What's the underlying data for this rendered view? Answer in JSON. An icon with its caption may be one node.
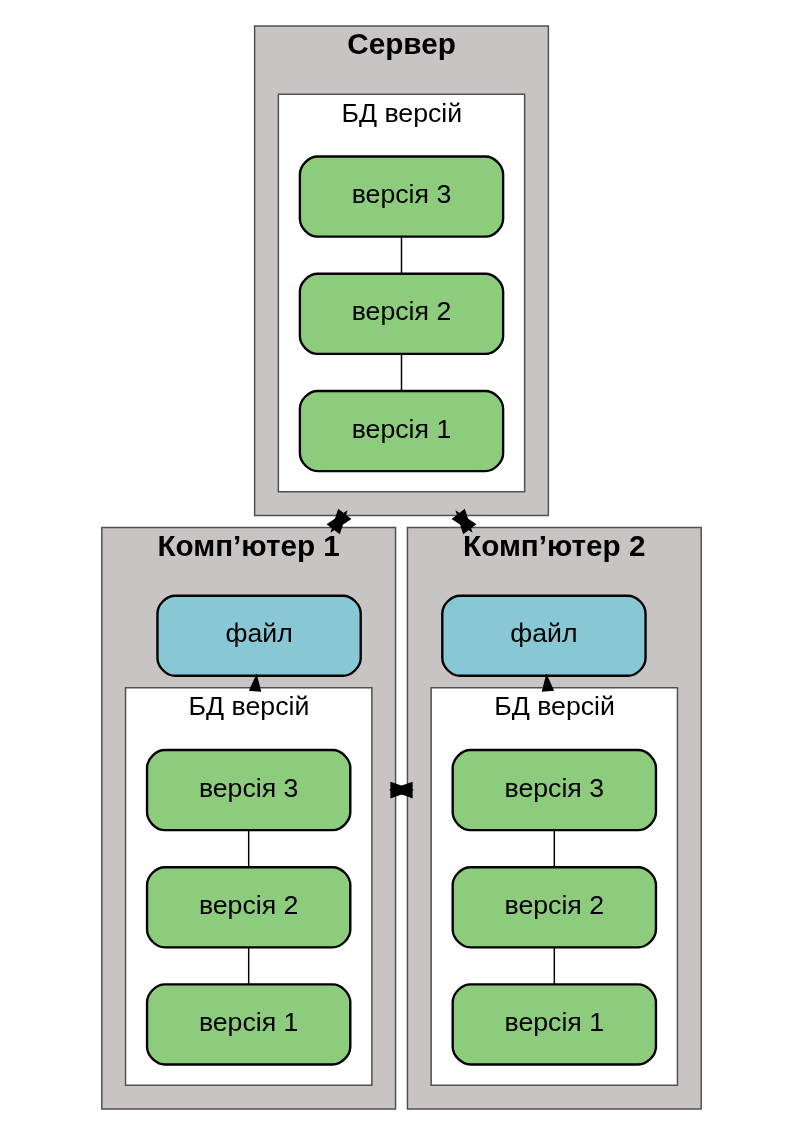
{
  "diagram": {
    "nodes": [
      {
        "text": [
          "Сервер"
        ]
      },
      {
        "text": [
          "БД версій"
        ],
        "in": 0
      },
      {
        "text": [
          "версія 3"
        ],
        "in": 1
      },
      {
        "text": [
          "версія 2"
        ],
        "in": 1
      },
      {
        "text": [
          "версія 1"
        ],
        "in": 1
      },
      {
        "text": [
          "Комп’ютер 1"
        ]
      },
      {
        "text": [
          "файл"
        ],
        "in": 5
      },
      {
        "text": [
          "БД версій"
        ],
        "in": 5
      },
      {
        "text": [
          "версія 3"
        ],
        "in": 7
      },
      {
        "text": [
          "версія 2"
        ],
        "in": 7
      },
      {
        "text": [
          "версія 1"
        ],
        "in": 7
      },
      {
        "text": [
          "Комп’ютер 2"
        ]
      },
      {
        "text": [
          "файл"
        ],
        "in": 11
      },
      {
        "text": [
          "БД версій"
        ],
        "in": 11
      },
      {
        "text": [
          "версія 3"
        ],
        "in": 13
      },
      {
        "text": [
          "версія 2"
        ],
        "in": 13
      },
      {
        "text": [
          "версія 1"
        ],
        "in": 13
      }
    ],
    "edges": [
      {
        "from": 2,
        "to": 3,
        "arrow": "none"
      },
      {
        "from": 3,
        "to": 4,
        "arrow": "none"
      },
      {
        "from": 0,
        "to": 5,
        "arrow": "both",
        "style": "thick"
      },
      {
        "from": 0,
        "to": 11,
        "arrow": "both",
        "style": "thick"
      },
      {
        "from": 7,
        "to": 6,
        "arrow": "to"
      },
      {
        "from": 8,
        "to": 9,
        "arrow": "none"
      },
      {
        "from": 9,
        "to": 10,
        "arrow": "none"
      },
      {
        "from": 5,
        "to": 11,
        "arrow": "both",
        "style": "thick"
      },
      {
        "from": 13,
        "to": 12,
        "arrow": "to"
      },
      {
        "from": 14,
        "to": 15,
        "arrow": "none"
      },
      {
        "from": 15,
        "to": 16,
        "arrow": "none"
      }
    ]
  }
}
